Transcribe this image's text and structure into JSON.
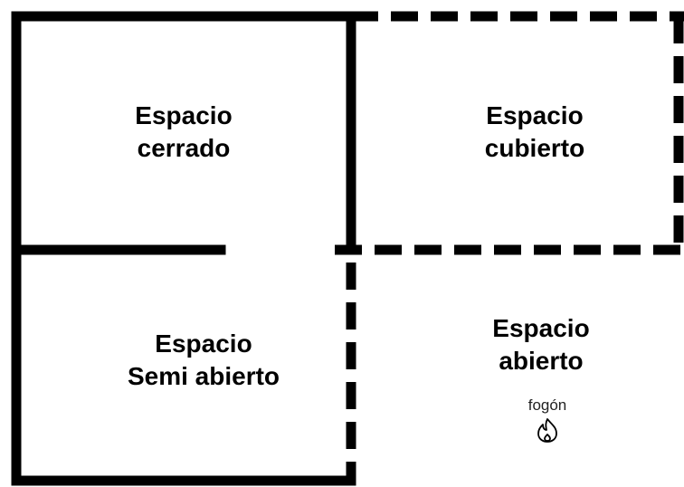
{
  "spaces": {
    "closed": {
      "line1": "Espacio",
      "line2": "cerrado"
    },
    "covered": {
      "line1": "Espacio",
      "line2": "cubierto"
    },
    "semi_open": {
      "line1": "Espacio",
      "line2": "Semi abierto"
    },
    "open": {
      "line1": "Espacio",
      "line2": "abierto"
    }
  },
  "fire": {
    "label": "fogón",
    "icon": "fire-icon"
  },
  "colors": {
    "line": "#000000",
    "background": "#ffffff"
  }
}
